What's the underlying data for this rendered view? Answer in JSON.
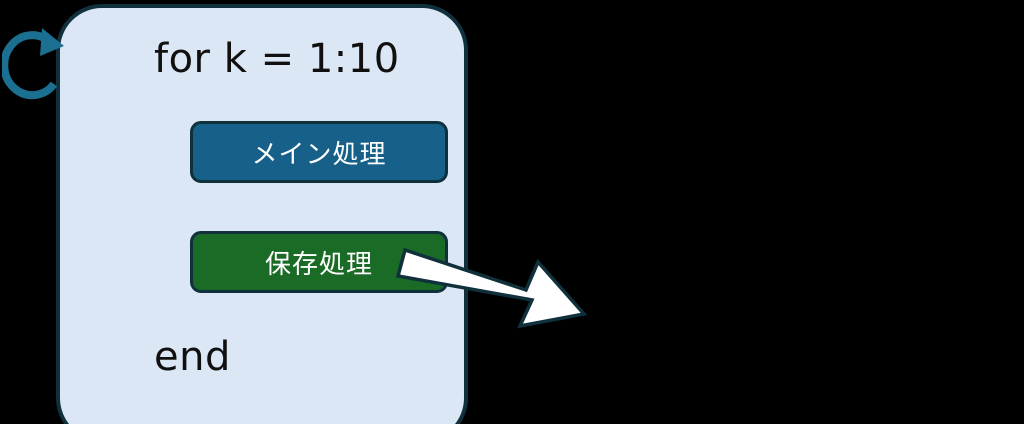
{
  "diagram": {
    "title": "for-loop block diagram",
    "background_color": "#000000",
    "loop_block": {
      "fill_color": "#dbe7f5",
      "border_color": "#10303c",
      "header_text": "for k = 1:10",
      "footer_text": "end",
      "loop_icon_name": "circular-loop-arrow-icon",
      "loop_icon_color": "#1b6f91"
    },
    "steps": [
      {
        "label": "メイン処理",
        "role": "main-process",
        "fill_color": "#16608a",
        "text_color": "#ffffff",
        "border_color": "#10303c"
      },
      {
        "label": "保存処理",
        "role": "save-process",
        "fill_color": "#1a6b26",
        "text_color": "#ffffff",
        "border_color": "#10303c"
      }
    ],
    "callout": {
      "icon_name": "block-arrow-right-down-icon",
      "fill_color": "#ffffff",
      "outline_color": "#10303c",
      "points_from": "保存処理",
      "direction": "down-right"
    }
  }
}
